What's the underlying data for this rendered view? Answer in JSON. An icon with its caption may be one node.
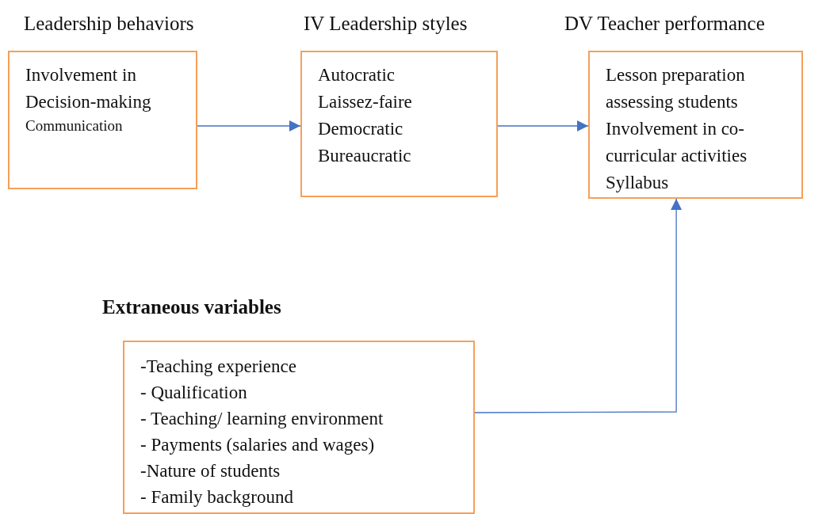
{
  "diagram": {
    "nodes": [
      {
        "text": [
          "Leadership behaviors",
          "Involvement in Decision-making",
          "Communication"
        ]
      },
      {
        "text": [
          "IV Leadership styles",
          "Autocratic",
          "Laissez-faire",
          "Democratic",
          "Bureaucratic"
        ]
      },
      {
        "text": [
          "DV Teacher performance",
          "Lesson preparation",
          "assessing students",
          "Involvement in co-curricular activities",
          "Syllabus"
        ]
      },
      {
        "text": [
          "Extraneous variables",
          "-Teaching experience",
          "- Qualification",
          "- Teaching/ learning environment",
          "- Payments (salaries and wages)",
          "-Nature of students",
          "- Family background"
        ]
      }
    ],
    "edges": [
      {
        "from": 0,
        "to": 1,
        "arrow": "to"
      },
      {
        "from": 1,
        "to": 2,
        "arrow": "to"
      },
      {
        "from": 3,
        "to": 2,
        "arrow": "to"
      }
    ]
  }
}
